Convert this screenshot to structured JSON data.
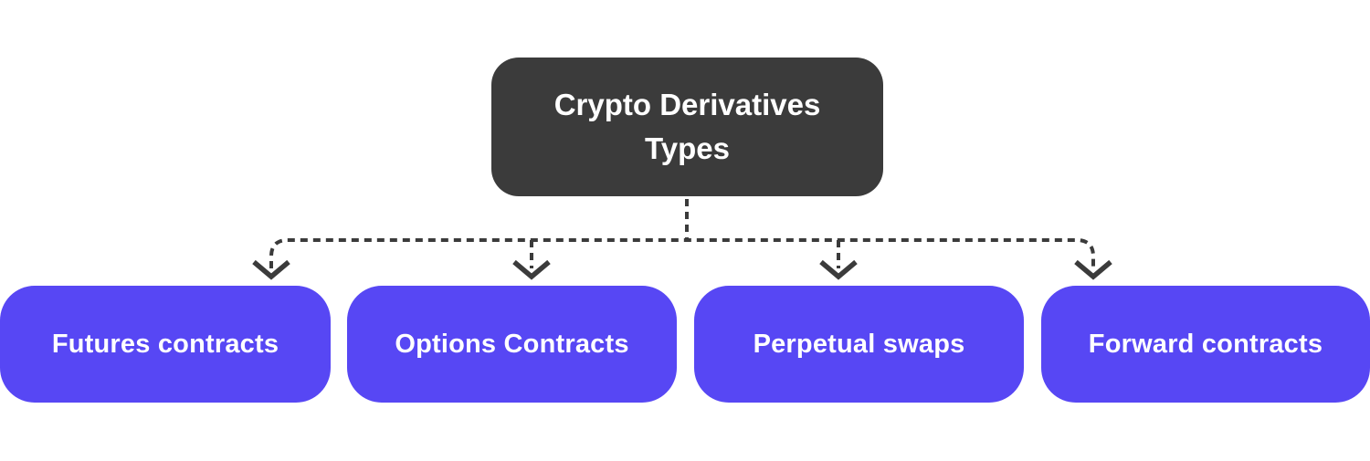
{
  "diagram": {
    "root": {
      "label": "Crypto Derivatives Types"
    },
    "children": [
      {
        "label": "Futures contracts"
      },
      {
        "label": "Options Contracts"
      },
      {
        "label": "Perpetual swaps"
      },
      {
        "label": "Forward contracts"
      }
    ]
  },
  "colors": {
    "background": "#ffffff",
    "root_node_fill": "#3b3b3b",
    "child_node_fill": "#5747f4",
    "node_text": "#ffffff",
    "connector": "#3b3b3b"
  }
}
